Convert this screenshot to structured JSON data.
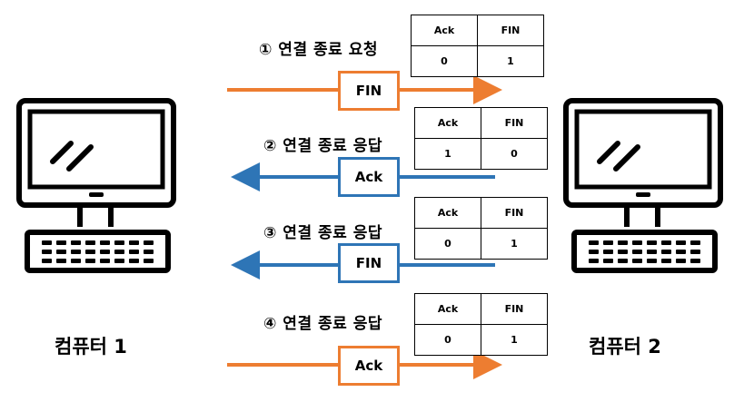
{
  "computers": {
    "left_label": "컴퓨터 1",
    "right_label": "컴퓨터 2"
  },
  "colors": {
    "request": "#ed7d31",
    "response": "#2e75b6"
  },
  "steps": [
    {
      "label": "① 연결 종료 요청",
      "direction": "computer1-to-computer2",
      "packet": "FIN",
      "flags": {
        "headers": [
          "Ack",
          "FIN"
        ],
        "values": [
          "0",
          "1"
        ]
      }
    },
    {
      "label": "② 연결 종료 응답",
      "direction": "computer2-to-computer1",
      "packet": "Ack",
      "flags": {
        "headers": [
          "Ack",
          "FIN"
        ],
        "values": [
          "1",
          "0"
        ]
      }
    },
    {
      "label": "③ 연결 종료 응답",
      "direction": "computer2-to-computer1",
      "packet": "FIN",
      "flags": {
        "headers": [
          "Ack",
          "FIN"
        ],
        "values": [
          "0",
          "1"
        ]
      }
    },
    {
      "label": "④ 연결 종료 응답",
      "direction": "computer1-to-computer2",
      "packet": "Ack",
      "flags": {
        "headers": [
          "Ack",
          "FIN"
        ],
        "values": [
          "0",
          "1"
        ]
      }
    }
  ]
}
